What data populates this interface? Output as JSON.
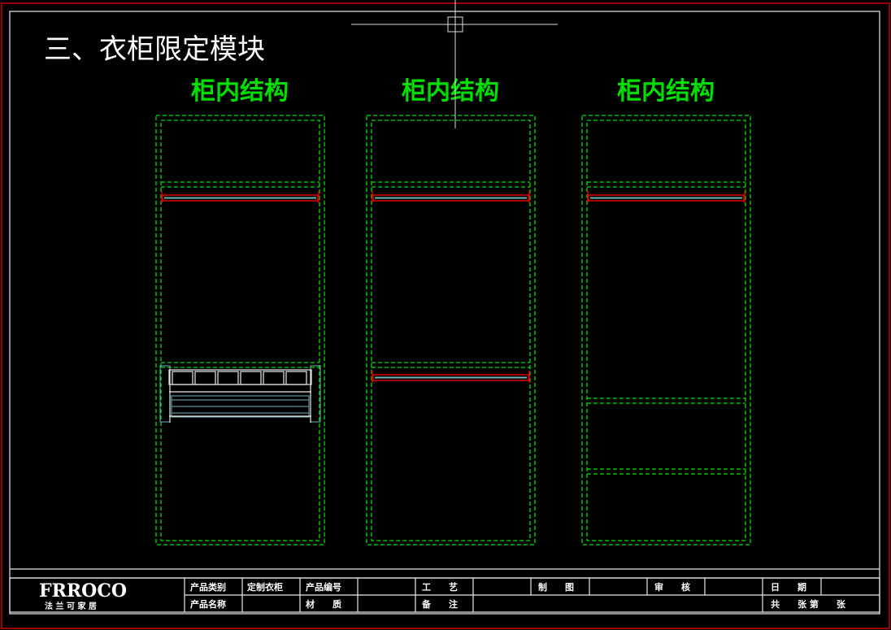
{
  "title": "三、衣柜限定模块",
  "cabinets": [
    {
      "label": "柜内结构"
    },
    {
      "label": "柜内结构"
    },
    {
      "label": "柜内结构"
    }
  ],
  "title_block": {
    "logo": "FRROCO",
    "logo_sub": "法 兰 可 家 居",
    "product_category_label": "产品类别",
    "product_category_value": "定制衣柜",
    "product_number_label": "产品编号",
    "craft_label": "工　　艺",
    "drawing_label": "制　　图",
    "review_label": "审　　核",
    "date_label": "日　　期",
    "product_name_label": "产品名称",
    "material_label": "材　　质",
    "remarks_label": "备　　注",
    "sheets_label": "共　　张 第　　张"
  },
  "colors": {
    "green": "#00e000",
    "red": "#e00000",
    "frame": "#e8e8e8"
  }
}
